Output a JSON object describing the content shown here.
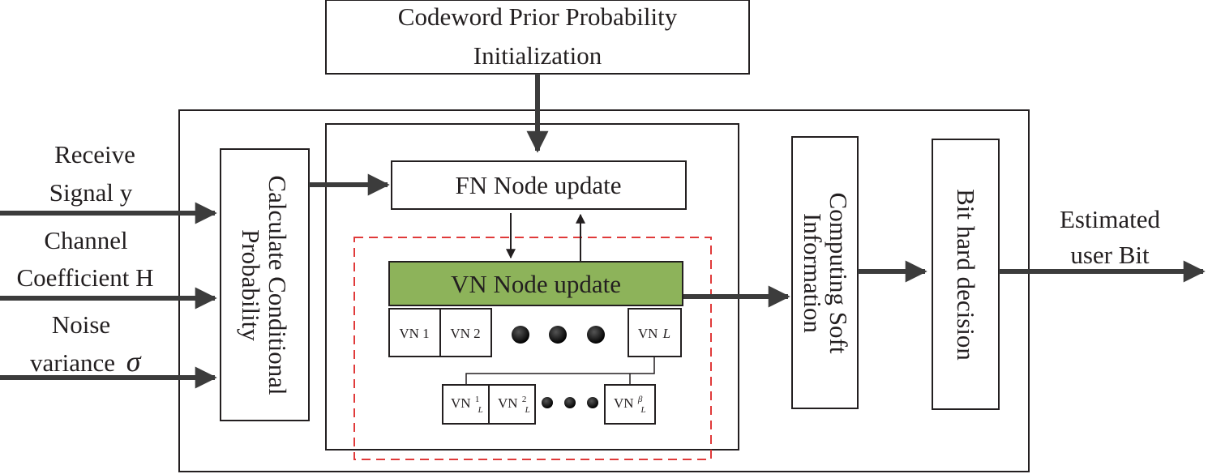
{
  "prior_box": {
    "line1": "Codeword Prior Probability",
    "line2": "Initialization"
  },
  "inputs": {
    "receive_line1": "Receive",
    "receive_line2": "Signal y",
    "channel_line1": "Channel",
    "channel_line2": "Coefficient H",
    "noise_line1": "Noise",
    "noise_line2": "variance",
    "noise_symbol": "σ"
  },
  "calc_box": {
    "line1": "Calculate Conditional",
    "line2": "Probability"
  },
  "fn_box": {
    "label": "FN Node update"
  },
  "vn_box": {
    "label": "VN Node update",
    "fill": "#8db35a"
  },
  "vn_nodes": {
    "vn1": "VN 1",
    "vn2": "VN 2",
    "vnL_prefix": "VN",
    "vnL_sym": "L"
  },
  "sub_nodes": {
    "prefix": "VN",
    "sub": "L",
    "sup1": "1",
    "sup2": "2",
    "sup_beta": "β"
  },
  "soft_box": {
    "line1": "Computing Soft",
    "line2": "Information"
  },
  "hard_box": {
    "label": "Bit hard decision"
  },
  "output": {
    "line1": "Estimated",
    "line2": "user Bit"
  },
  "colors": {
    "arrow": "#3c3c3c",
    "stroke": "#231f20",
    "dashed": "#e03a3a",
    "dot": "#111111"
  }
}
